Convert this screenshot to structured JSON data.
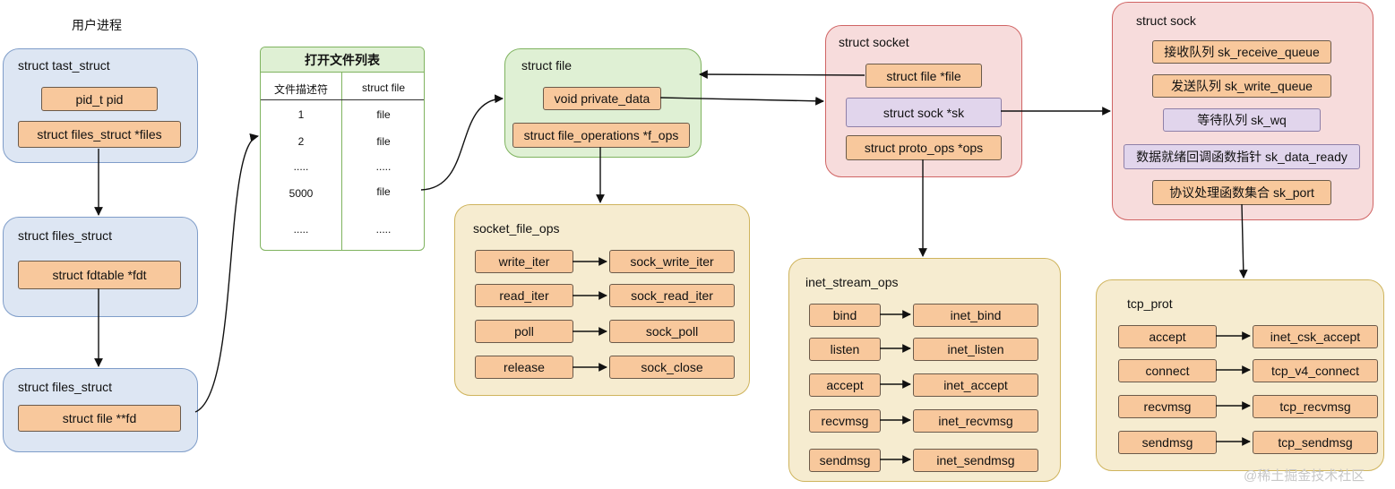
{
  "user_process": {
    "label": "用户进程"
  },
  "task_struct": {
    "title": "struct tast_struct",
    "items": [
      "pid_t pid",
      "struct files_struct  *files"
    ]
  },
  "files_struct_a": {
    "title": "struct files_struct",
    "items": [
      "struct fdtable *fdt"
    ]
  },
  "files_struct_b": {
    "title": "struct files_struct",
    "items": [
      "struct file **fd"
    ]
  },
  "open_files_table": {
    "title": "打开文件列表",
    "columns": [
      "文件描述符",
      "struct file"
    ],
    "rows": [
      [
        "1",
        "file"
      ],
      [
        "2",
        "file"
      ],
      [
        ".....",
        "....."
      ],
      [
        "5000",
        "file"
      ],
      [
        ".....",
        "....."
      ]
    ]
  },
  "struct_file": {
    "title": "struct file",
    "items": [
      "void private_data",
      "struct file_operations *f_ops"
    ]
  },
  "socket_file_ops": {
    "title": "socket_file_ops",
    "ops": [
      {
        "name": "write_iter",
        "impl": "sock_write_iter"
      },
      {
        "name": "read_iter",
        "impl": "sock_read_iter"
      },
      {
        "name": "poll",
        "impl": "sock_poll"
      },
      {
        "name": "release",
        "impl": "sock_close"
      }
    ]
  },
  "struct_socket": {
    "title": "struct socket",
    "items": [
      "struct file *file",
      "struct sock *sk",
      "struct proto_ops *ops"
    ]
  },
  "inet_stream_ops": {
    "title": "inet_stream_ops",
    "ops": [
      {
        "name": "bind",
        "impl": "inet_bind"
      },
      {
        "name": "listen",
        "impl": "inet_listen"
      },
      {
        "name": "accept",
        "impl": "inet_accept"
      },
      {
        "name": "recvmsg",
        "impl": "inet_recvmsg"
      },
      {
        "name": "sendmsg",
        "impl": "inet_sendmsg"
      }
    ]
  },
  "struct_sock": {
    "title": "struct sock",
    "items": [
      "接收队列 sk_receive_queue",
      "发送队列 sk_write_queue",
      "等待队列 sk_wq",
      "数据就绪回调函数指针 sk_data_ready",
      "协议处理函数集合 sk_port"
    ]
  },
  "tcp_prot": {
    "title": "tcp_prot",
    "ops": [
      {
        "name": "accept",
        "impl": "inet_csk_accept"
      },
      {
        "name": "connect",
        "impl": "tcp_v4_connect"
      },
      {
        "name": "recvmsg",
        "impl": "tcp_recvmsg"
      },
      {
        "name": "sendmsg",
        "impl": "tcp_sendmsg"
      }
    ]
  },
  "watermark": "@稀土掘金技术社区",
  "colors": {
    "box_fill": "#f8c89c",
    "purple_fill": "#e1d5ec",
    "blue_container": "#dde6f3",
    "green_container": "#dff0d4",
    "yellow_container": "#f6ecd0",
    "red_container": "#f7dcdc"
  }
}
